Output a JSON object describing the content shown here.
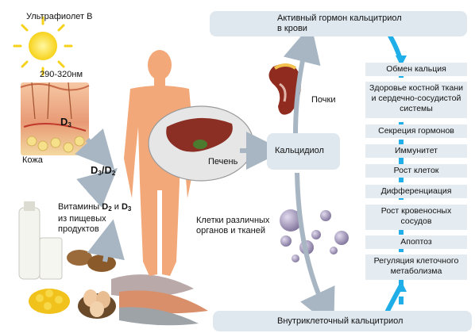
{
  "uv_label": "Ультрафиолет В",
  "wavelength": "290-320нм",
  "skin": {
    "label": "Кожа",
    "d3": "D",
    "d3_sub": "3"
  },
  "d3d2": {
    "a": "D",
    "a_sub": "3",
    "slash": "/",
    "b": "D",
    "b_sub": "2"
  },
  "food": {
    "line1_a": "Витамины ",
    "d2": "D",
    "d2_sub": "2",
    "and": " и ",
    "d3": "D",
    "d3_sub": "3",
    "line2": "из пищевых",
    "line3": "продуктов"
  },
  "liver": "Печень",
  "kidneys": "Почки",
  "calcidiol": "Кальцидиол",
  "cells": {
    "line1": "Клетки различных",
    "line2": "органов и тканей"
  },
  "active_hormone": {
    "line1": "Активный гормон кальцитриол",
    "line2": "в крови"
  },
  "intracellular": "Внутриклеточный кальцитриол",
  "effects": [
    "Обмен кальция",
    "Здоровье костной ткани и сердечно-сосудистой системы",
    "Секреция гормонов",
    "Иммунитет",
    "Рост клеток",
    "Дифференциация",
    "Рост кровеносных сосудов",
    "Апоптоз",
    "Регуляция клеточного метаболизма"
  ],
  "colors": {
    "box": "#dfe8ef",
    "arrow_gray": "#a7b6c2",
    "arrow_blue": "#20aee8",
    "body": "#f2a878",
    "cell": "#9b8fb0"
  }
}
